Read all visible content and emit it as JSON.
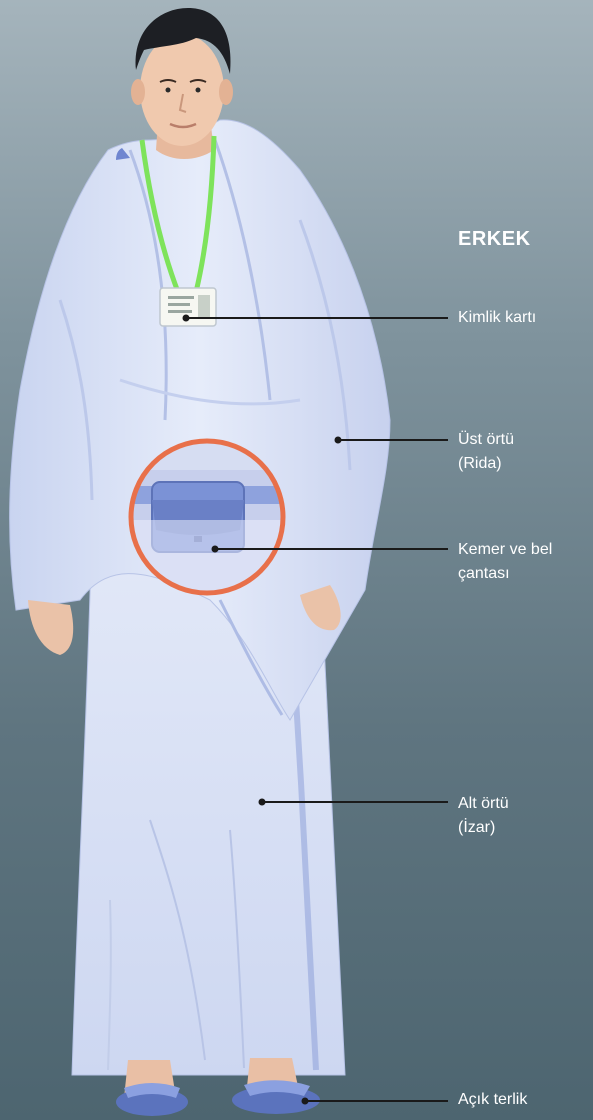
{
  "diagram": {
    "title": "ERKEK",
    "labels": {
      "id_card": {
        "line1": "Kimlik kartı"
      },
      "upper_cloth": {
        "line1": "Üst örtü",
        "line2": "(Rida)"
      },
      "belt_bag": {
        "line1": "Kemer ve bel",
        "line2": "çantası"
      },
      "lower_cloth": {
        "line1": "Alt örtü",
        "line2": "(İzar)"
      },
      "sandals": {
        "line1": "Açık terlik"
      }
    }
  },
  "colors": {
    "background_top": "#a5b4bc",
    "background_bottom": "#4d6570",
    "cloth": "#dfe6f7",
    "lanyard": "#7ee35b",
    "callout_ring": "#e8704a",
    "bag": "#7b92d6",
    "sandal": "#6e86cc",
    "label_text": "#ffffff",
    "leader_line": "#1a1a1a"
  }
}
